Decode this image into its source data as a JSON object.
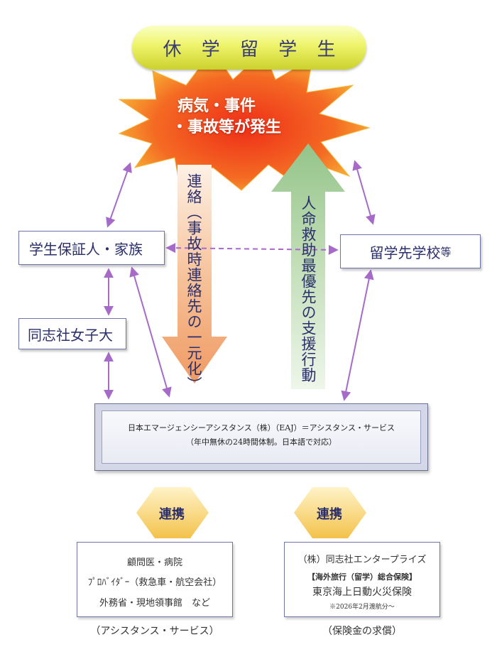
{
  "title": "休 学 留 学 生",
  "burst": {
    "line1": "病気・事件",
    "line2": "・事故等が発生"
  },
  "left_arrow_text": "連絡（事故時連絡先の一元化）",
  "right_arrow_text": "人命救助最優先の支援行動",
  "family_box": "学生保証人・家族",
  "doshisha_box": "同志社女子大",
  "school_box": {
    "main": "留学先学校",
    "suffix": "等"
  },
  "eaj": {
    "line1": "日本エマージェンシーアシスタンス（株）（EAJ）＝アシスタンス・サービス",
    "line2": "（年中無休の24時間体制。日本語で対応）"
  },
  "left_chevron_label": "連携",
  "right_chevron_label": "連携",
  "assistance_box": {
    "line1": "顧問医・病院",
    "line2": "ﾌﾟﾛﾊﾞｲﾀﾞｰ（救急車・航空会社）",
    "line3": "外務省・現地領事館　など"
  },
  "insurance_box": {
    "line1": "（株）同志社エンタープライズ",
    "line2": "【海外旅行（留学）総合保険】",
    "line3": "東京海上日動火災保険",
    "line4": "※2026年2月渡航分～"
  },
  "caption_left": "（アシスタンス・サービス）",
  "caption_right": "（保険金の求償）",
  "colors": {
    "connector": "#a66bc8",
    "title_fill": "#eef46a",
    "burst_outer": "#f9d53a",
    "burst_inner": "#ef2e1a",
    "down_arrow": "#f3a87a",
    "up_arrow": "#a8cfa0",
    "chevron": "#f6d36a",
    "text": "#2b2f6b"
  }
}
